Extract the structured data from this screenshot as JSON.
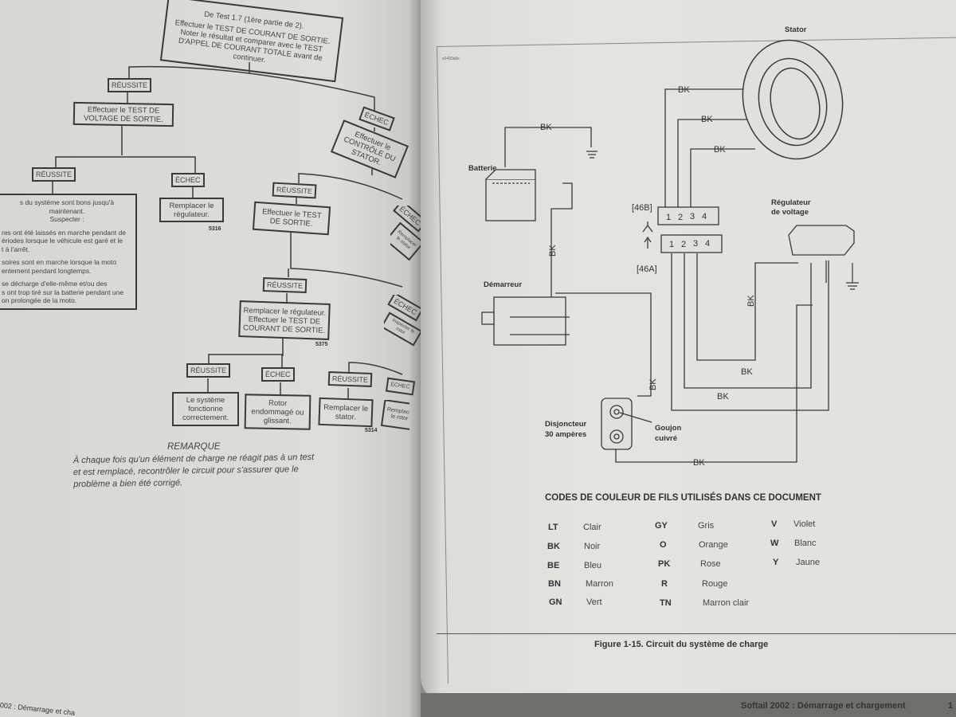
{
  "left_page": {
    "flowchart": {
      "start": [
        "De Test 1.7 (1ère partie de 2).",
        "Effectuer le TEST DE COURANT DE SORTIE. Noter le résultat et comparer avec le TEST D'APPEL DE COURANT TOTALE avant de continuer."
      ],
      "pass1": "RÉUSSITE",
      "fail1": "ÉCHEC",
      "voltage_test": "Effectuer le TEST DE VOLTAGE DE SORTIE.",
      "stator_check": "Effectuer le CONTRÔLE DU STATOR.",
      "pass2": "RÉUSSITE",
      "fail2": "ÉCHEC",
      "suspect_box": [
        "s du système sont bons jusqu'à maintenant.",
        "Suspecter :",
        "res ont été laissés en marche pendant de",
        "ériodes lorsque le véhicule est garé et le",
        "t à l'arrêt.",
        "soires sont en marche lorsque la moto",
        "entement pendant longtemps.",
        "se décharge d'elle-même et/ou des",
        "s ont trop tiré sur la batterie pendant une",
        "on prolongée de la moto."
      ],
      "replace_regulator": "Remplacer le régulateur.",
      "ref_5316": "5316",
      "pass3": "RÉUSSITE",
      "output_test": "Effectuer le TEST DE SORTIE.",
      "fail3": "ÉCHEC",
      "replace_stator_partial": "Remplacer le stator",
      "pass4": "RÉUSSITE",
      "replace_and_test": "Remplacer le régulateur. Effectuer le TEST DE COURANT DE SORTIE.",
      "ref_5375": "5375",
      "fail4": "ÉCHEC",
      "inspect_rotor": "Inspecter le rotor",
      "pass5": "RÉUSSITE",
      "fail5": "ÉCHEC",
      "pass6": "RÉUSSITE",
      "fail6": "ÉCHEC",
      "system_ok": "Le système fonctionne correctement.",
      "rotor_damaged": "Rotor endommagé ou glissant.",
      "replace_stator": "Remplacer le stator.",
      "ref_5314": "5314",
      "replace_rotor": "Remplacer le rotor"
    },
    "remark_title": "REMARQUE",
    "remark_text": "À chaque fois qu'un élément de charge ne réagit pas à un test et est remplacé, recontrôler le circuit pour s'assurer que le problème a bien été corrigé.",
    "footer": "002 : Démarrage et cha"
  },
  "right_page": {
    "figure_code": "s0490a8x",
    "diagram": {
      "stator": "Stator",
      "battery": "Batterie",
      "starter": "Démarreur",
      "regulator": [
        "Régulateur",
        "de voltage"
      ],
      "breaker": [
        "Disjoncteur",
        "30 ampères"
      ],
      "stud": [
        "Goujon",
        "cuivré"
      ],
      "conn_b": "[46B]",
      "conn_a": "[46A]",
      "pins": [
        "1",
        "2",
        "3",
        "4"
      ],
      "wire": "BK"
    },
    "codes_title": "CODES DE COULEUR DE FILS UTILISÉS DANS CE DOCUMENT",
    "codes": [
      {
        "code": "LT",
        "name": "Clair"
      },
      {
        "code": "BK",
        "name": "Noir"
      },
      {
        "code": "BE",
        "name": "Bleu"
      },
      {
        "code": "BN",
        "name": "Marron"
      },
      {
        "code": "GN",
        "name": "Vert"
      },
      {
        "code": "GY",
        "name": "Gris"
      },
      {
        "code": "O",
        "name": "Orange"
      },
      {
        "code": "PK",
        "name": "Rose"
      },
      {
        "code": "R",
        "name": "Rouge"
      },
      {
        "code": "TN",
        "name": "Marron clair"
      },
      {
        "code": "V",
        "name": "Violet"
      },
      {
        "code": "W",
        "name": "Blanc"
      },
      {
        "code": "Y",
        "name": "Jaune"
      }
    ],
    "caption": "Figure 1-15. Circuit du système de charge",
    "footer": "Softail 2002 : Démarrage et chargement",
    "page_number": "1"
  }
}
